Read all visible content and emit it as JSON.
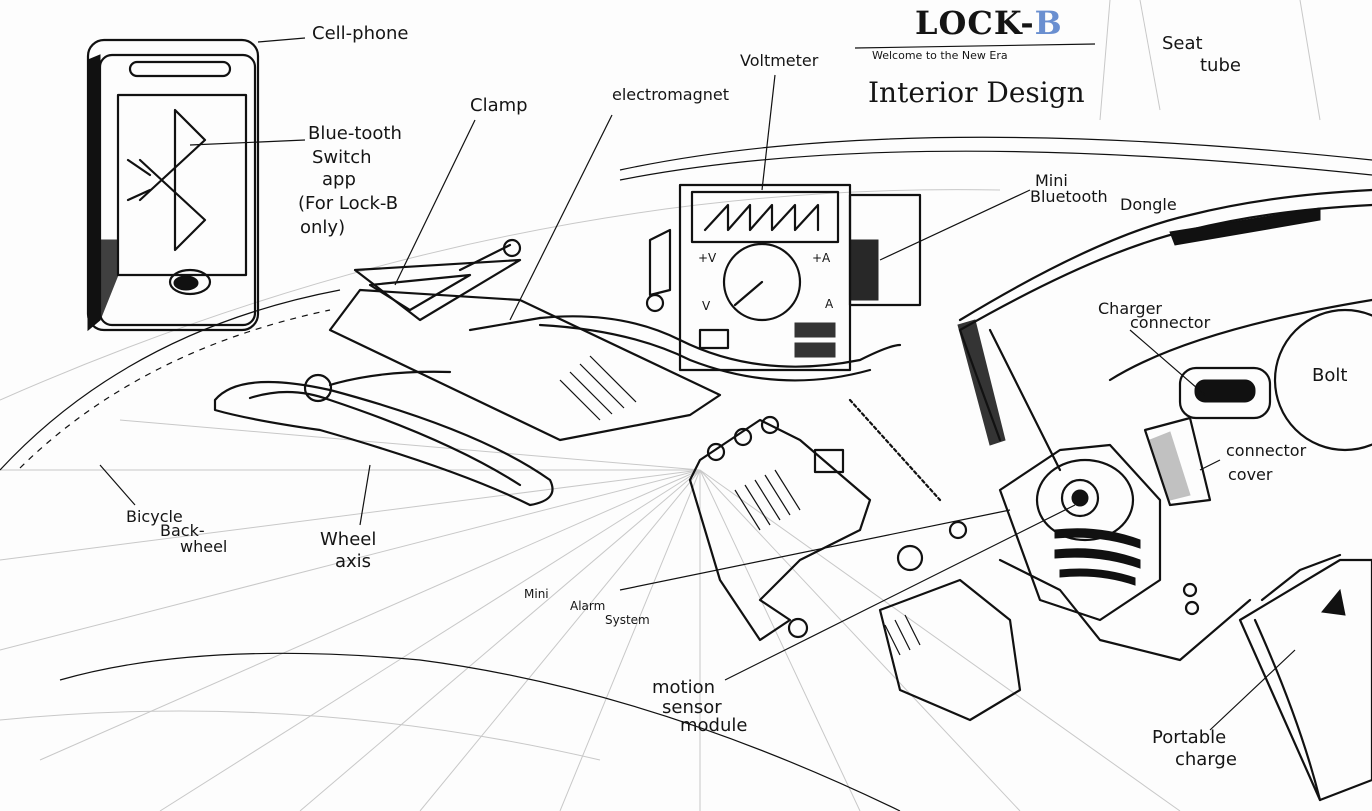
{
  "title": {
    "main": "LOCK-",
    "accent": "B",
    "accent_color": "#6a8fd0",
    "subtitle": "Welcome to the New Era",
    "heading": "Interior Design"
  },
  "labels": {
    "cell_phone": "Cell-phone",
    "bluetooth_line1": "Blue-tooth",
    "bluetooth_line2": "Switch",
    "bluetooth_line3": "app",
    "bluetooth_line4": "(For Lock-B",
    "bluetooth_line5": "only)",
    "clamp": "Clamp",
    "electromagnet": "electromagnet",
    "voltmeter": "Voltmeter",
    "dongle_line1": "Mini",
    "dongle_line2": "Bluetooth",
    "dongle_line3": "Dongle",
    "seat_line1": "Seat",
    "seat_line2": "tube",
    "charger_line1": "Charger",
    "charger_line2": "connector",
    "bolt": "Bolt",
    "cover_line1": "connector",
    "cover_line2": "cover",
    "wheel_line1": "Bicycle",
    "wheel_line2": "Back-",
    "wheel_line3": "wheel",
    "axis_line1": "Wheel",
    "axis_line2": "axis",
    "alarm_line1": "Mini",
    "alarm_line2": "Alarm",
    "alarm_line3": "System",
    "motion_line1": "motion",
    "motion_line2": "sensor",
    "motion_line3": "module",
    "charge_line1": "Portable",
    "charge_line2": "charge"
  },
  "meter": {
    "volts": "+V",
    "amps": "+A",
    "v_small": "V",
    "a_small": "A"
  }
}
